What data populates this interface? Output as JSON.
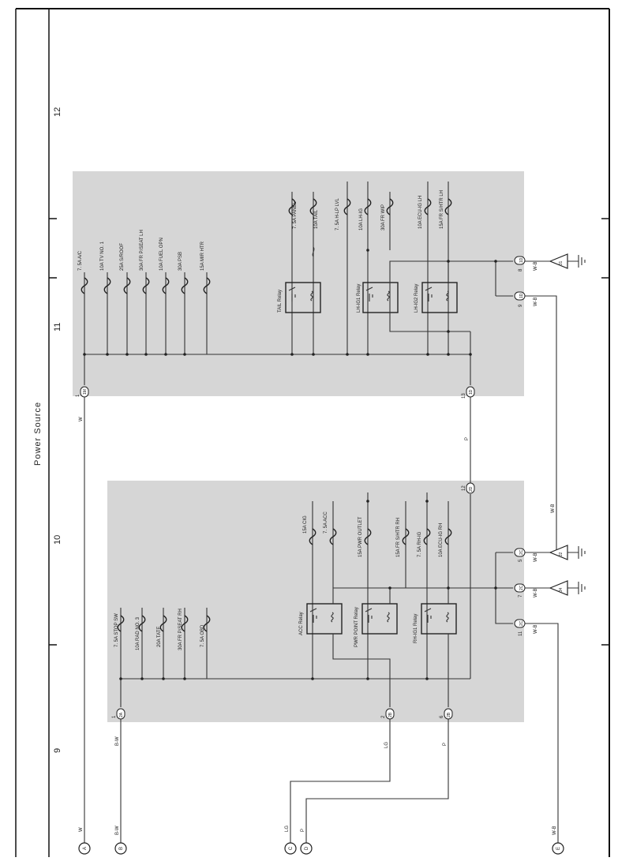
{
  "page": {
    "title": "Power Source",
    "grid_numbers": [
      "9",
      "10",
      "11",
      "12"
    ]
  },
  "blocks": {
    "upper": {
      "fuses_left": [
        "7. 5A A/C",
        "10A TV NO. 1",
        "25A S/ROOF",
        "30A FR P/SEAT LH",
        "10A FUEL OPN",
        "30A PSB",
        "15A MIR HTR"
      ],
      "fuses_right": [
        "7. 5A PANEL",
        "10A TAIL",
        "7. 5A H-LP LVL",
        "10A LH-IG",
        "30A FR WIP",
        "10A ECU-IG LH",
        "15A FR S/HTR LH"
      ],
      "relays": [
        "TAIL Relay",
        "LH-IG1 Relay",
        "LH-IG2 Relay"
      ],
      "connectors": [
        {
          "pin": "1",
          "code": "1M"
        },
        {
          "pin": "13",
          "code": "1D"
        },
        {
          "pin": "8",
          "code": "1D"
        },
        {
          "pin": "9",
          "code": "1D"
        }
      ]
    },
    "lower": {
      "fuses_left": [
        "7. 5A STOP SW",
        "10A RAD NO. 3",
        "20A TATE",
        "30A FR P/SEAT RH",
        "7. 5A OBD"
      ],
      "fuses_right": [
        "15A CIG",
        "7. 5A ACC",
        "15A PWR OUTLET",
        "15A FR S/HTR RH",
        "7. 5A RH-IG",
        "10A ECU-IG RH"
      ],
      "relays": [
        "ACC Relay",
        "PWR POINT Relay",
        "RH-IG1 Relay"
      ],
      "connectors": [
        {
          "pin": "1",
          "code": "2A"
        },
        {
          "pin": "2",
          "code": "2B"
        },
        {
          "pin": "6",
          "code": "2B"
        },
        {
          "pin": "12",
          "code": "2D"
        },
        {
          "pin": "5",
          "code": "2C"
        },
        {
          "pin": "7",
          "code": "2C"
        },
        {
          "pin": "11",
          "code": "2C"
        }
      ]
    }
  },
  "wire_colors": {
    "w_top": "W",
    "bw_top": "B-W",
    "lg_mid": "LG",
    "p_mid": "P",
    "p_link": "P",
    "wb_8": "W-B",
    "wb_9": "W-B",
    "wb_5": "W-B",
    "wb_7": "W-B",
    "wb_11": "W-B",
    "wb_vertical": "W-B",
    "w_bottom": "W",
    "bw_bottom": "B-W",
    "lg_bottom": "LG",
    "p_bottom": "P",
    "wb_bottom": "W-B"
  },
  "grounds": [
    "J1",
    "J2",
    "J4"
  ],
  "terminals": [
    "A",
    "B",
    "C",
    "D",
    "E"
  ]
}
